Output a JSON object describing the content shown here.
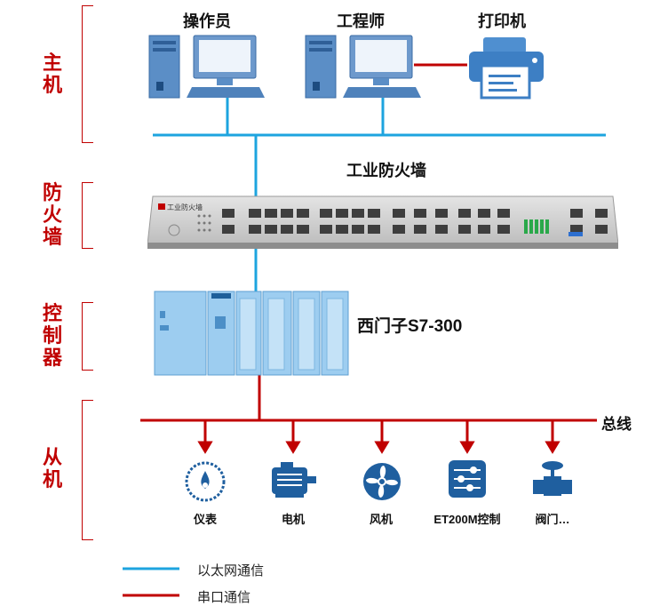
{
  "tiers": {
    "master": "主机",
    "firewall": "防火墙",
    "controller": "控制器",
    "slave": "从机"
  },
  "top_nodes": {
    "operator": "操作员",
    "engineer": "工程师",
    "printer": "打印机"
  },
  "firewall_title": "工业防火墙",
  "firewall_brand": "工业防火墙",
  "plc_label": "西门子S7-300",
  "bus_label": "总线",
  "slaves": [
    {
      "label": "仪表",
      "icon": "gauge-icon"
    },
    {
      "label": "电机",
      "icon": "motor-icon"
    },
    {
      "label": "风机",
      "icon": "fan-icon"
    },
    {
      "label": "ET200M控制",
      "icon": "control-panel-icon"
    },
    {
      "label": "阀门…",
      "icon": "valve-icon"
    }
  ],
  "legend": {
    "ethernet": "以太网通信",
    "serial": "串口通信"
  },
  "colors": {
    "tier_text": "#c00000",
    "ethernet_line": "#1da4df",
    "serial_line": "#c00000",
    "icon_blue": "#1f5f9f"
  }
}
